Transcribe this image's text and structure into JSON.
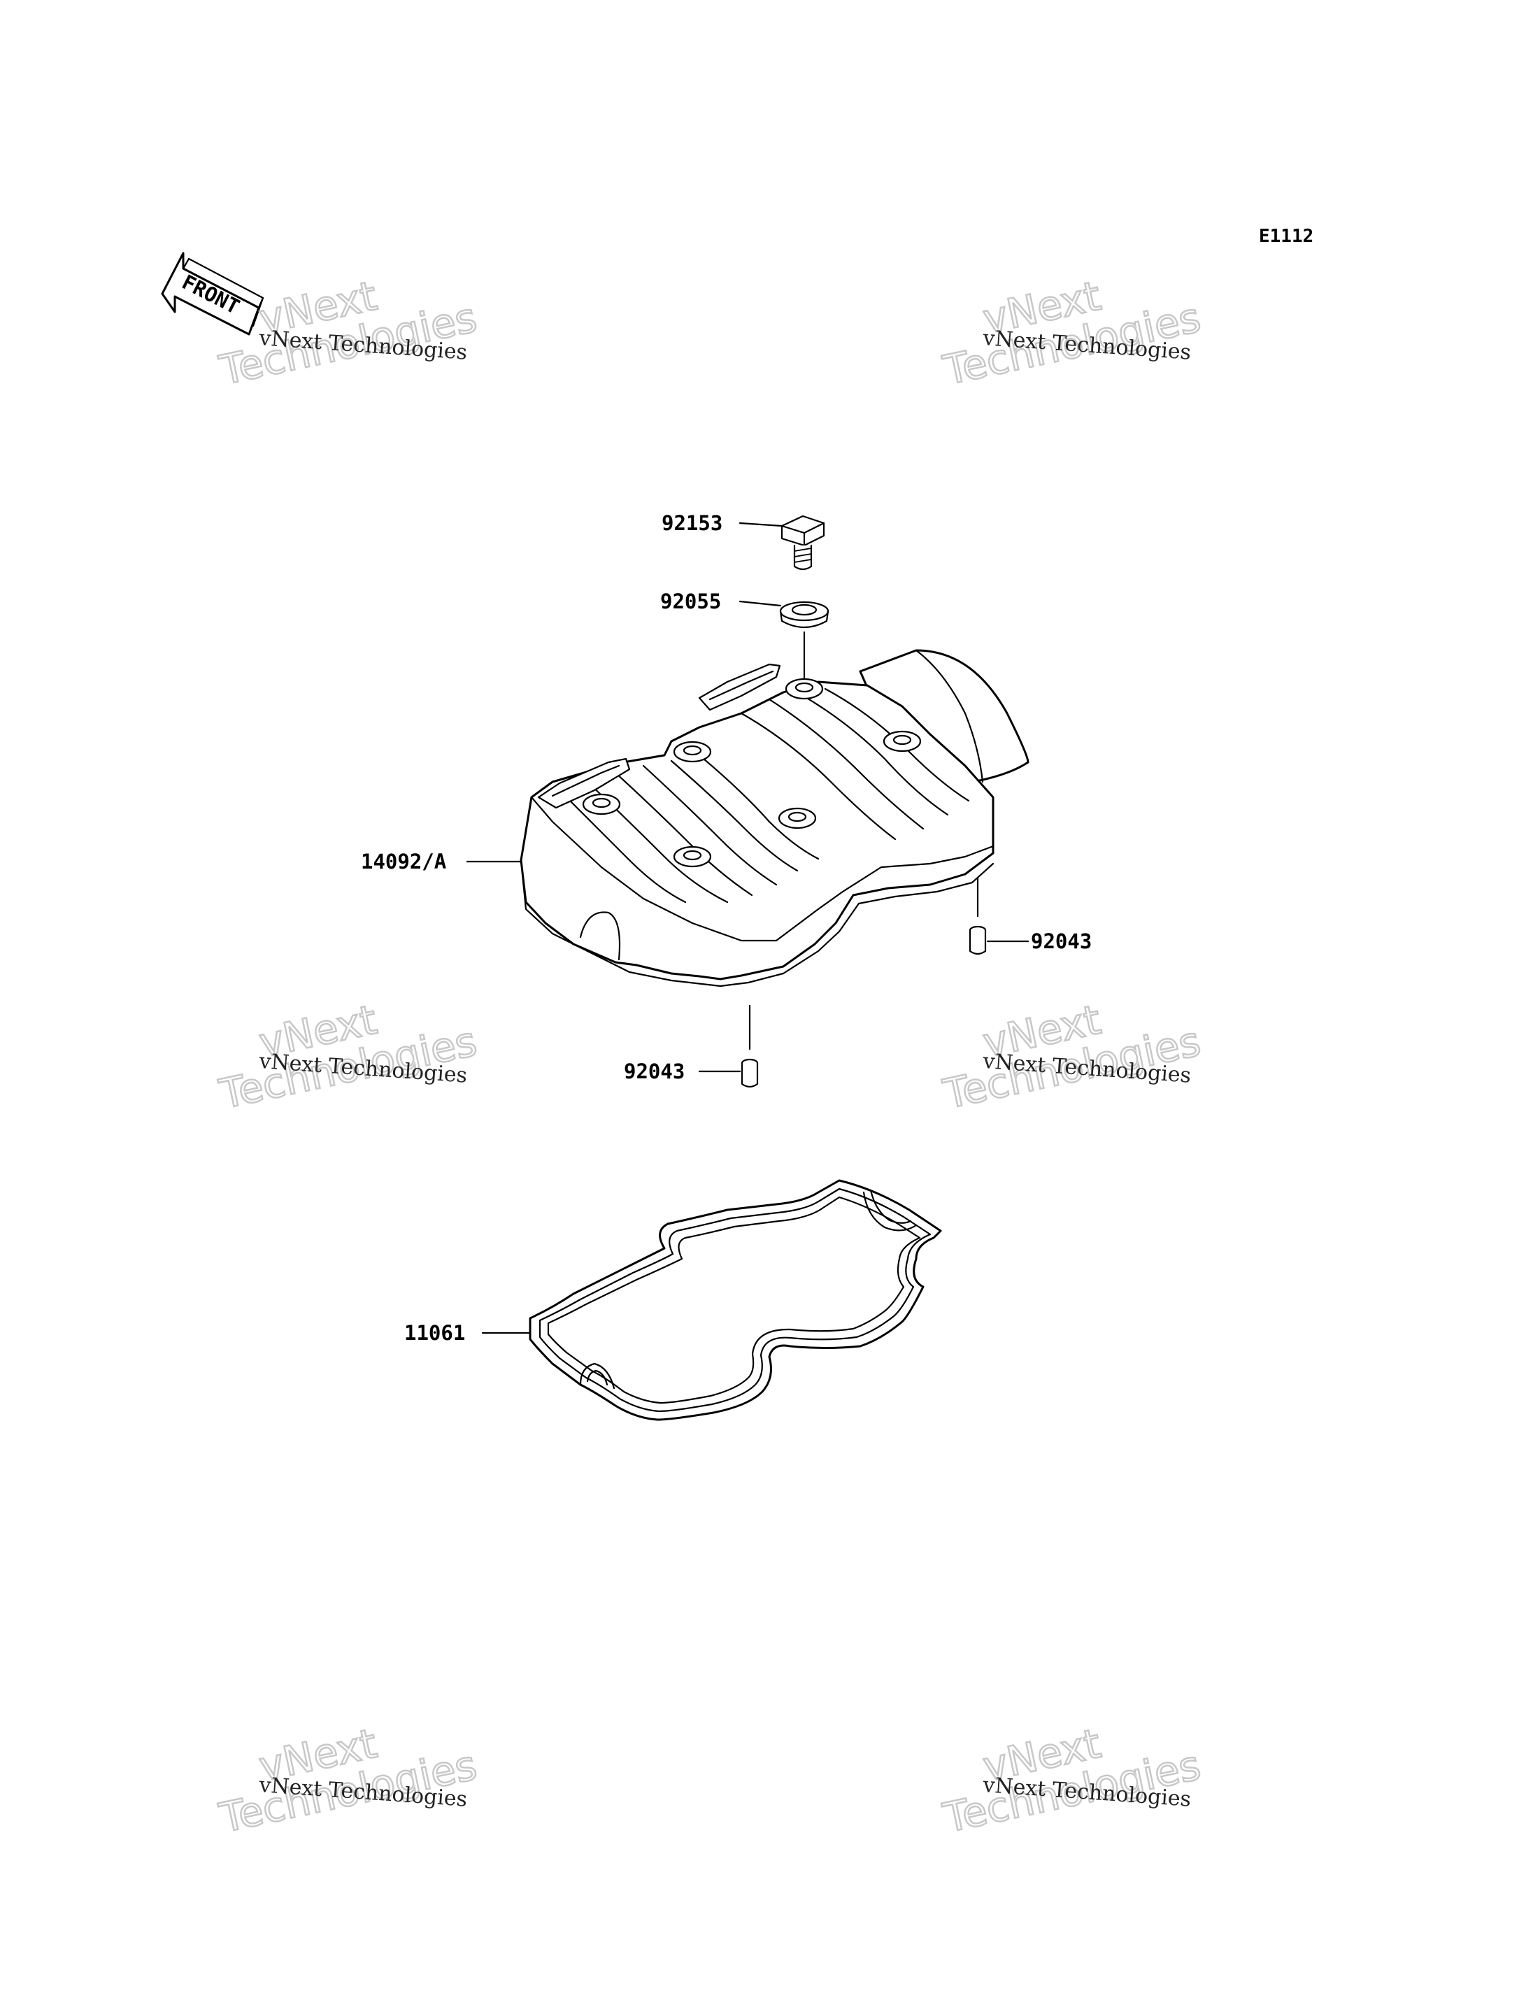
{
  "figure_code": "E1112",
  "front_label": "FRONT",
  "watermark": {
    "line1": "vNext",
    "line2": "Technologies",
    "caption": "vNext Technologies"
  },
  "parts": [
    {
      "id": "bolt",
      "number": "92153"
    },
    {
      "id": "grommet",
      "number": "92055"
    },
    {
      "id": "cylinder-head-cover",
      "number": "14092/A"
    },
    {
      "id": "dowel-pin-right",
      "number": "92043"
    },
    {
      "id": "dowel-pin-bottom",
      "number": "92043"
    },
    {
      "id": "gasket",
      "number": "11061"
    }
  ]
}
